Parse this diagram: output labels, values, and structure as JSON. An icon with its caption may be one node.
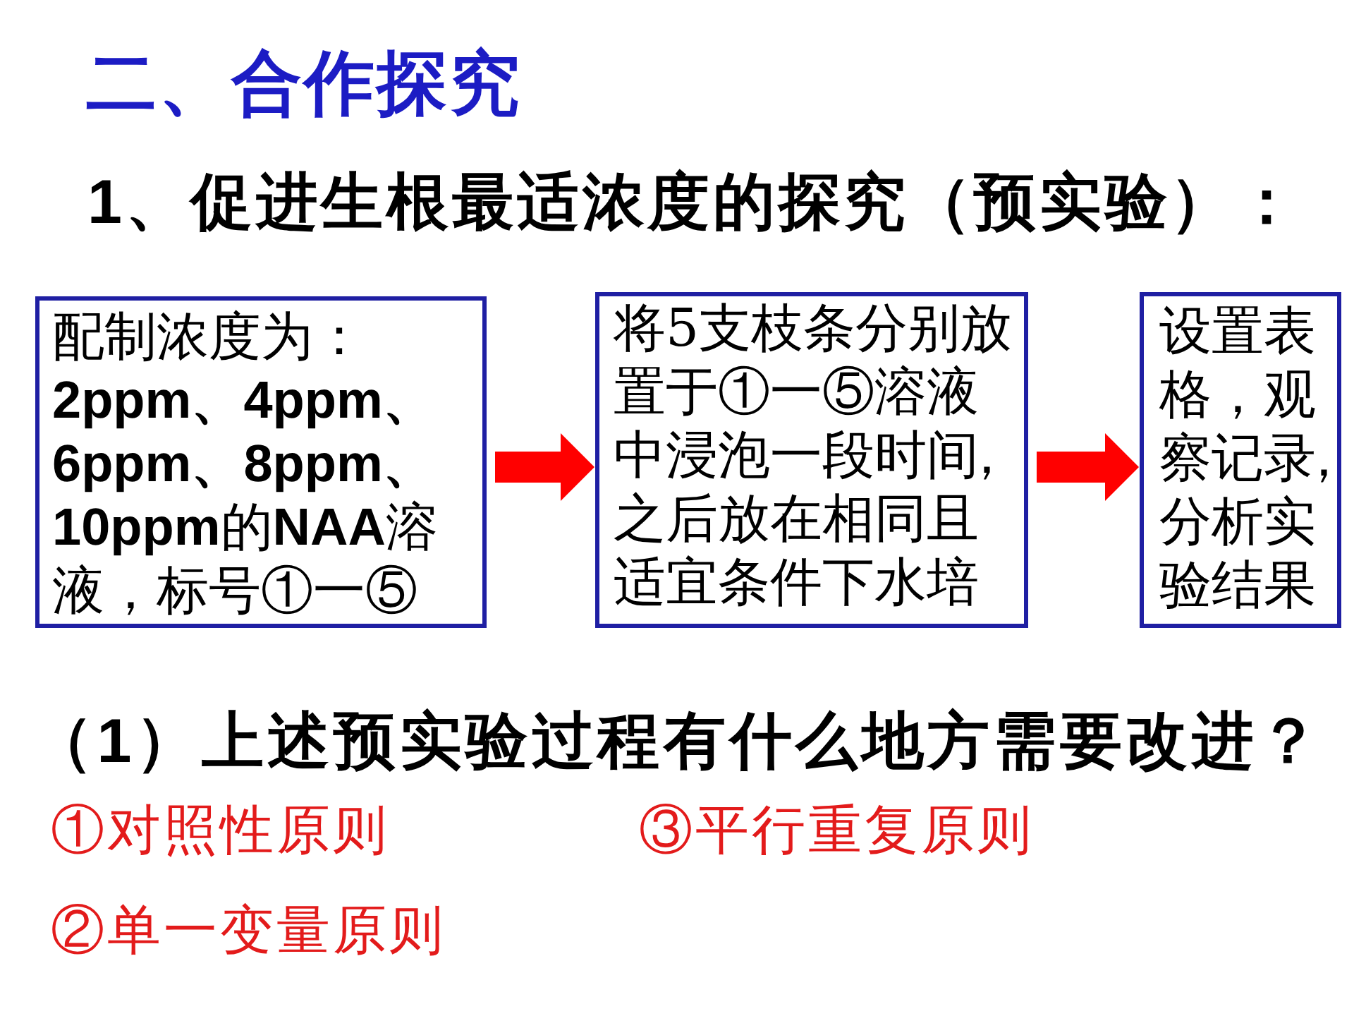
{
  "diagram": {
    "title": "二、合作探究",
    "nodes": [
      {
        "text": [
          "配制浓度为：**2ppm、4ppm、6ppm、8ppm、10ppm**的**NAA**溶液，标号①一⑤"
        ]
      },
      {
        "text": [
          "将5支枝条分别放置于①一⑤溶液中浸泡一段时间，之后放在相同且适宜条件下水培"
        ]
      },
      {
        "text": [
          "设置表格，观察记录，分析实验结果"
        ]
      }
    ],
    "edges": [
      {
        "from": 0,
        "to": 1,
        "arrow": "to"
      },
      {
        "from": 1,
        "to": 2,
        "arrow": "to"
      }
    ],
    "labels": [
      "1、促进生根最适浓度的探究（预实验）：",
      "（1）上述预实验过程有什么地方需要改进？",
      "①对照性原则",
      "③平行重复原则",
      "②单一变量原则"
    ]
  }
}
